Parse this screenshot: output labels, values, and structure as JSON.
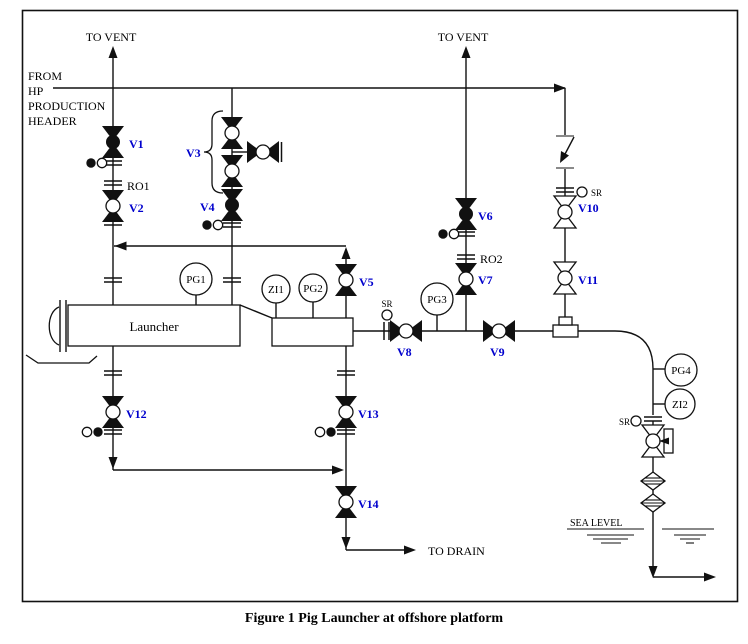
{
  "diagram": {
    "caption": "Figure 1 Pig Launcher at offshore platform",
    "annotations": {
      "to_vent_left": "TO VENT",
      "to_vent_center": "TO VENT",
      "from_hp_header": [
        "FROM",
        "HP",
        "PRODUCTION",
        "HEADER"
      ],
      "to_drain": "TO DRAIN",
      "sea_level": "SEA LEVEL",
      "launcher": "Launcher"
    },
    "valve_labels": {
      "v1": "V1",
      "v2": "V2",
      "v3": "V3",
      "v4": "V4",
      "v5": "V5",
      "v6": "V6",
      "v7": "V7",
      "v8": "V8",
      "v9": "V9",
      "v10": "V10",
      "v11": "V11",
      "v12": "V12",
      "v13": "V13",
      "v14": "V14"
    },
    "orifice_labels": {
      "ro1": "RO1",
      "ro2": "RO2"
    },
    "relief_labels": {
      "sr_main_line": "SR",
      "sr_top_right_riser": "SR",
      "sr_outlet_riser": "SR"
    },
    "instrument_labels": {
      "pg1": "PG1",
      "zi1": "ZI1",
      "pg2": "PG2",
      "pg3": "PG3",
      "pg4": "PG4",
      "zi2": "ZI2"
    },
    "colors": {
      "valve_label_blue": "#0000CD",
      "line_black": "#111111"
    }
  }
}
